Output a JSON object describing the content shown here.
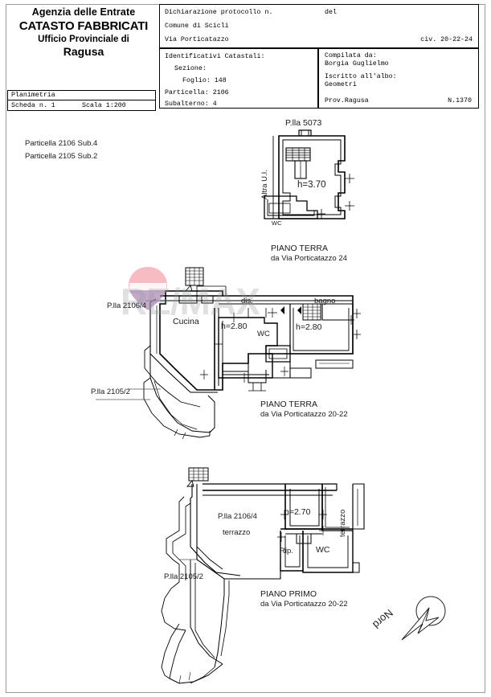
{
  "document": {
    "agency_line1": "Agenzia delle Entrate",
    "agency_line2": "CATASTO FABBRICATI",
    "agency_line3": "Ufficio Provinciale di",
    "agency_line4": "Ragusa"
  },
  "planimetria_box": {
    "title": "Planimetria",
    "scheda": "Scheda n. 1",
    "scala": "Scala 1:200"
  },
  "protocol_box": {
    "declaration": "Dichiarazione protocollo n.",
    "del": "del",
    "comune": "Comune di Scicli",
    "via": "Via Porticatazzo",
    "civico": "civ. 20-22-24"
  },
  "identificativi": {
    "title": "Identificativi Catastali:",
    "sezione": "Sezione:",
    "foglio": "Foglio: 148",
    "particella": "Particella: 2106",
    "subalterno": "Subalterno: 4"
  },
  "compilata": {
    "compilata_label": "Compilata da:",
    "compilata_value": "Borgia Guglielmo",
    "iscritto_label": "Iscritto all'albo:",
    "iscritto_value": "Geometri",
    "prov": "Prov.Ragusa",
    "numero": "N.1370"
  },
  "particelle_note": {
    "line1": "Particella 2106 Sub.4",
    "line2": "Particella 2105 Sub.2"
  },
  "plan_top": {
    "parcel": "P.lla 5073",
    "side_label": "Altra U.I.",
    "height": "h=3.70",
    "wc": "WC",
    "caption_title": "PIANO TERRA",
    "caption_sub": "da Via Porticatazzo 24"
  },
  "plan_middle": {
    "parcel_left": "P.lla 2106/4",
    "parcel_lower": "P.lla 2105/2",
    "cucina": "Cucina",
    "dis": "dis.",
    "bagno": "bagno",
    "wc": "WC",
    "height_left": "h=2.80",
    "height_right": "h=2.80",
    "caption_title": "PIANO TERRA",
    "caption_sub": "da Via Porticatazzo 20-22"
  },
  "plan_bottom": {
    "parcel_main": "P.lla 2106/4",
    "parcel_lower": "P.lla 2105/2",
    "terrazzo": "terrazzo",
    "terrazzo_side": "terrazzo",
    "height": "h=2.70",
    "rip": "Rip.",
    "wc": "WC",
    "caption_title": "PIANO PRIMO",
    "caption_sub": "da Via Porticatazzo 20-22"
  },
  "compass": {
    "label": "Nord"
  },
  "watermark": {
    "text": "RE/MAX",
    "red": "#e8505b",
    "blue": "#7b8fd4",
    "gray": "#969aa4"
  }
}
